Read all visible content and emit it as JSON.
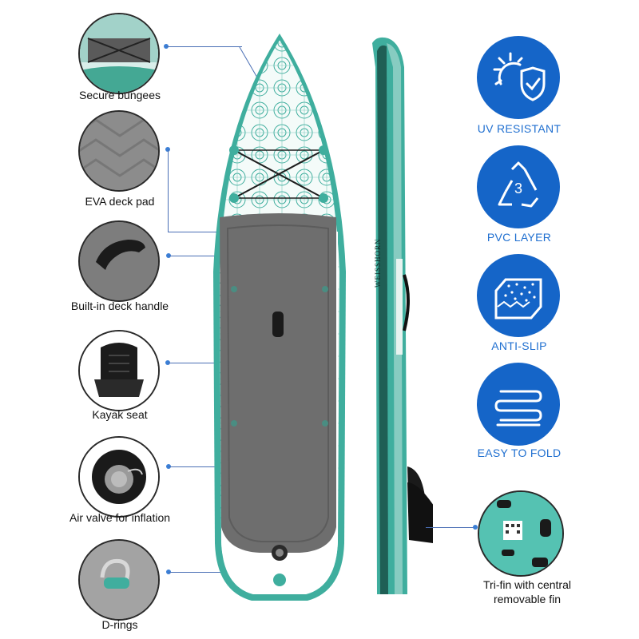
{
  "features_left": [
    {
      "id": "bungees",
      "label": "Secure bungees",
      "icon": "bungee-deck-photo"
    },
    {
      "id": "eva",
      "label": "EVA deck pad",
      "icon": "eva-deck-pad-photo"
    },
    {
      "id": "handle",
      "label": "Built-in deck handle",
      "icon": "deck-handle-photo"
    },
    {
      "id": "seat",
      "label": "Kayak seat",
      "icon": "kayak-seat-photo"
    },
    {
      "id": "valve",
      "label": "Air valve for inflation",
      "icon": "air-valve-photo"
    },
    {
      "id": "drings",
      "label": "D-rings",
      "icon": "d-ring-photo"
    }
  ],
  "features_right": [
    {
      "id": "uv",
      "label": "UV RESISTANT",
      "icon": "sun-shield-icon"
    },
    {
      "id": "pvc",
      "label": "PVC LAYER",
      "icon": "recycle-3-icon"
    },
    {
      "id": "antislip",
      "label": "ANTI-SLIP",
      "icon": "textured-mat-icon"
    },
    {
      "id": "fold",
      "label": "EASY TO FOLD",
      "icon": "folded-layers-icon"
    }
  ],
  "fin": {
    "label_line1": "Tri-fin with central",
    "label_line2": "removable fin"
  },
  "brand_text": "WEISSHORN",
  "colors": {
    "accent": "#1565c8",
    "teal": "#3fae9e",
    "deck": "#6e6e6e",
    "line": "#4a6fb5"
  }
}
